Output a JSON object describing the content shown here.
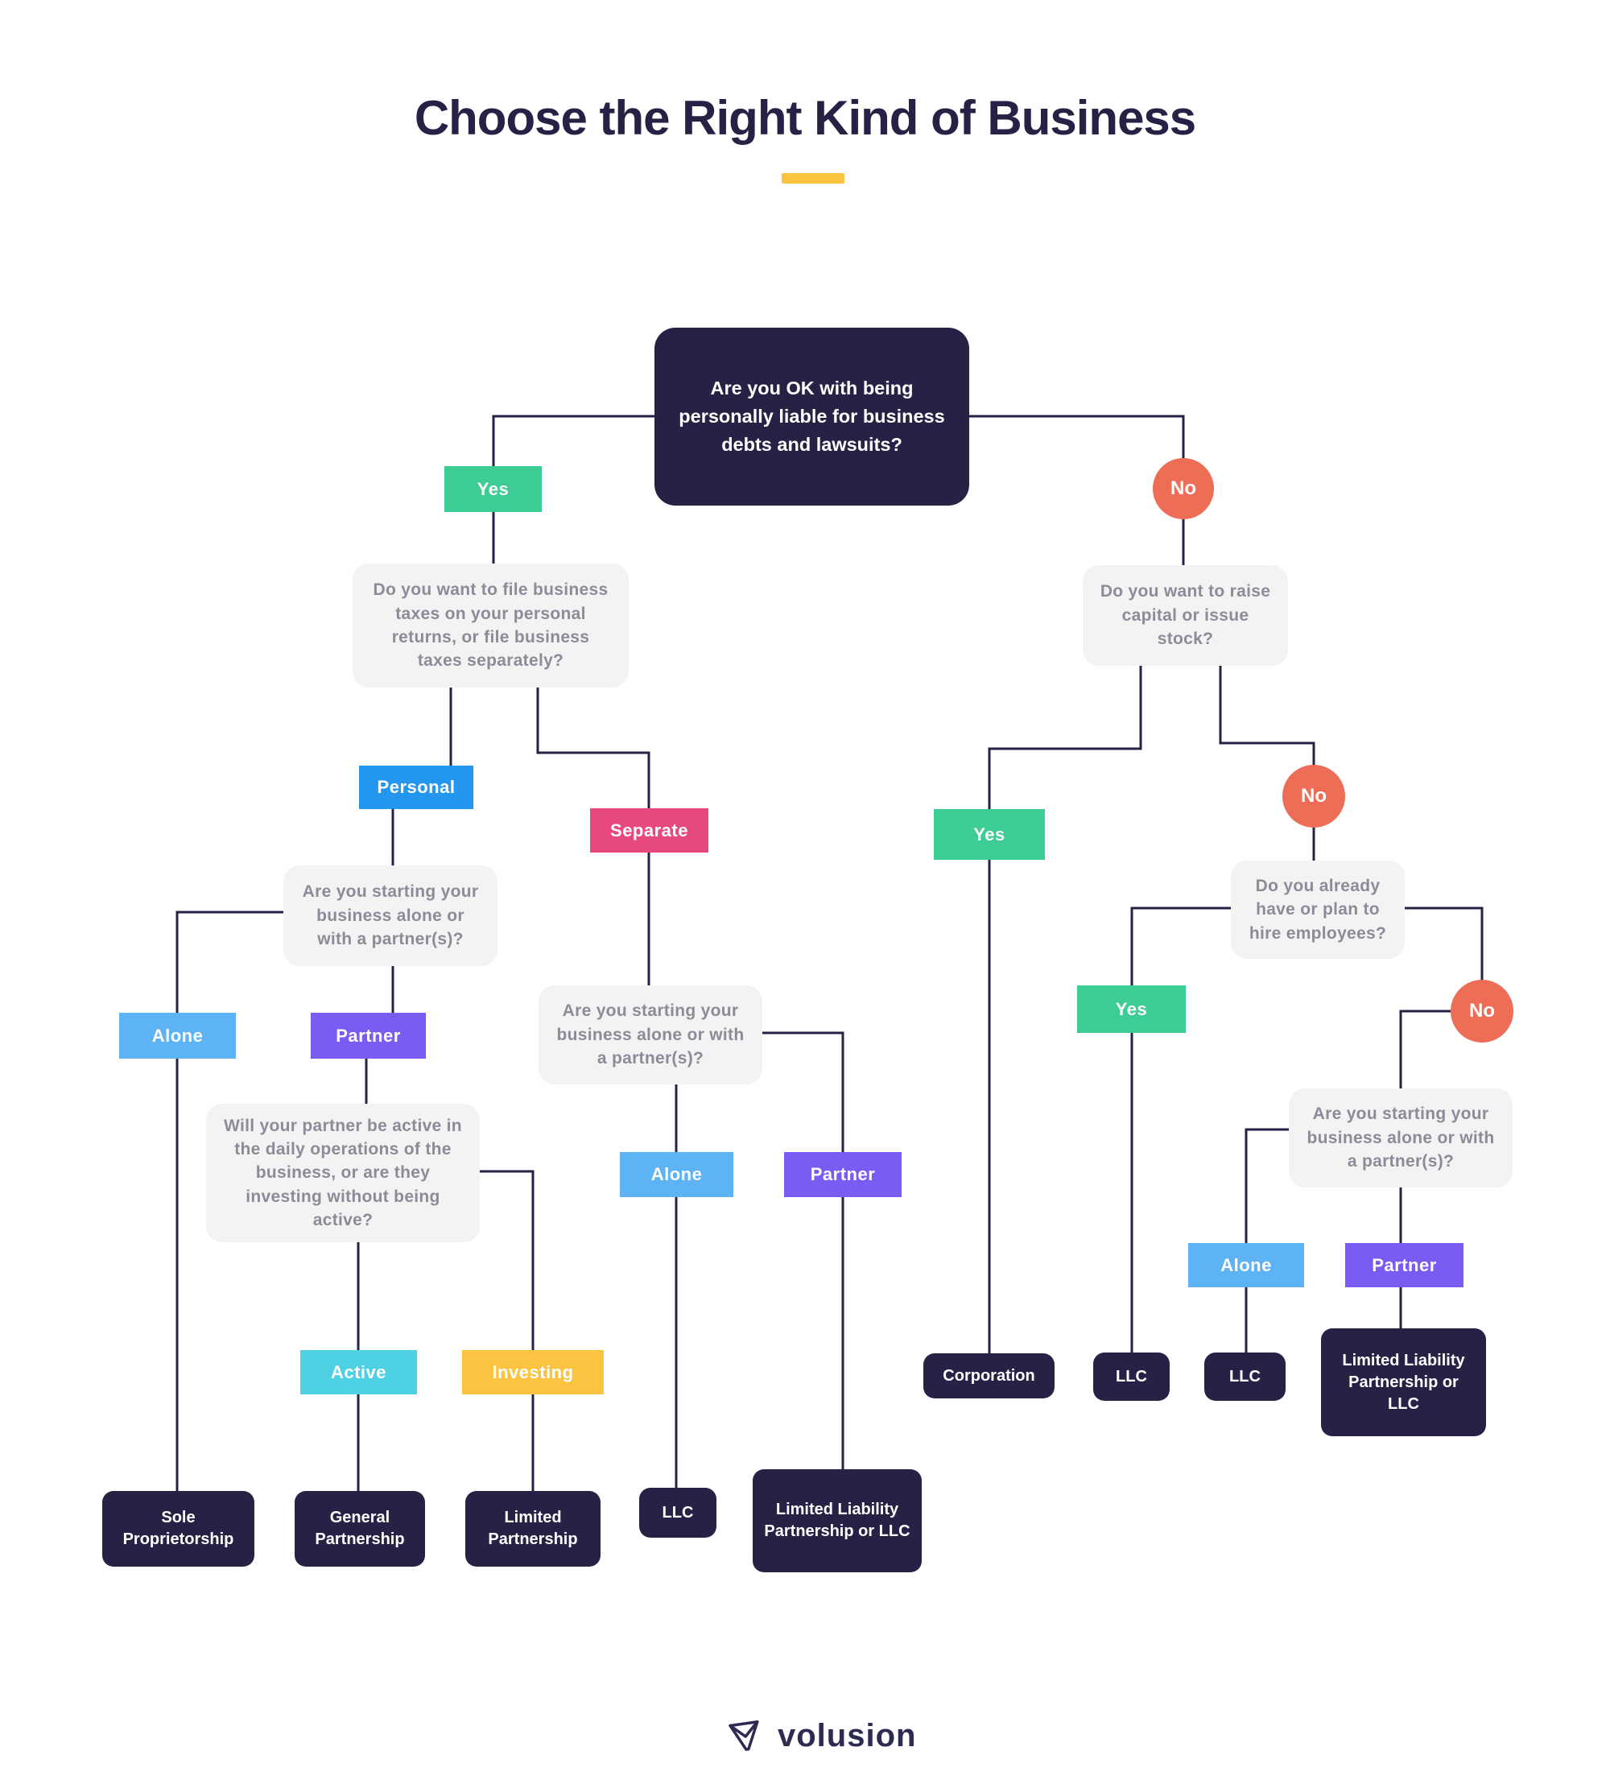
{
  "title": "Choose the Right Kind of Business",
  "nodes": {
    "q_root": "Are you OK with being personally liable for business debts and lawsuits?",
    "yes_root": "Yes",
    "no_root": "No",
    "q_taxes": "Do you want to file business taxes on your personal returns, or file business taxes separately?",
    "personal": "Personal",
    "separate": "Separate",
    "q_alone_left": "Are you starting your business alone or with a partner(s)?",
    "alone_left": "Alone",
    "partner_left": "Partner",
    "q_partner_active": "Will your partner be active in the daily operations of the business, or are they investing without being active?",
    "active": "Active",
    "investing": "Investing",
    "q_alone_mid": "Are you starting your business alone or with a partner(s)?",
    "alone_mid": "Alone",
    "partner_mid": "Partner",
    "q_capital": "Do you want to raise capital or issue stock?",
    "yes_capital": "Yes",
    "no_capital": "No",
    "q_employees": "Do you already have or plan to hire employees?",
    "yes_employees": "Yes",
    "no_employees": "No",
    "q_alone_right": "Are you starting your business alone or with a partner(s)?",
    "alone_right": "Alone",
    "partner_right": "Partner",
    "result_sole_proprietorship": "Sole Proprietorship",
    "result_general_partnership": "General Partnership",
    "result_limited_partnership": "Limited Partnership",
    "result_llc_separate_alone": "LLC",
    "result_llp_separate_partner": "Limited Liability Partnership or LLC",
    "result_corporation": "Corporation",
    "result_llc_employees_yes": "LLC",
    "result_llc_right_alone": "LLC",
    "result_llp_right_partner": "Limited Liability Partnership or LLC"
  },
  "footer": {
    "brand": "volusion"
  },
  "colors": {
    "navy": "#252246",
    "yes_green": "#3dcc94",
    "no_coral": "#ee6d56",
    "personal_blue": "#2397f0",
    "separate_pink": "#e8497c",
    "alone_blue": "#5eb3f4",
    "partner_purple": "#7a5cf4",
    "active_cyan": "#4ed1e2",
    "investing_yellow": "#fbc440",
    "question_gray_bg": "#f3f3f4",
    "question_gray_text": "#8c8b98",
    "title_underline_yellow": "#fcc43e"
  }
}
